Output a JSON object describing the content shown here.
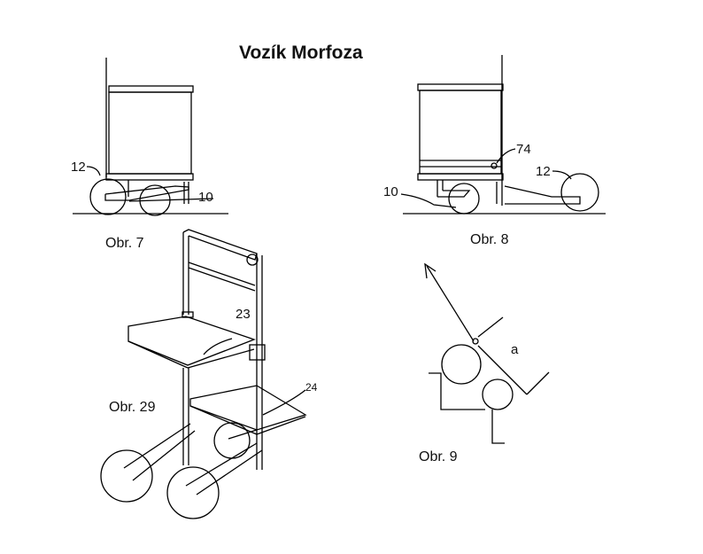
{
  "title": "Vozík Morfoza",
  "figures": {
    "fig7": {
      "caption": "Obr. 7",
      "labels": [
        "12",
        "10"
      ]
    },
    "fig8": {
      "caption": "Obr. 8",
      "labels": [
        "74",
        "12",
        "10"
      ]
    },
    "fig29": {
      "caption": "Obr. 29",
      "labels": [
        "23",
        "24"
      ]
    },
    "fig9": {
      "caption": "Obr. 9",
      "labels": [
        "a"
      ]
    }
  },
  "colors": {
    "line": "#000000",
    "background": "#ffffff"
  }
}
